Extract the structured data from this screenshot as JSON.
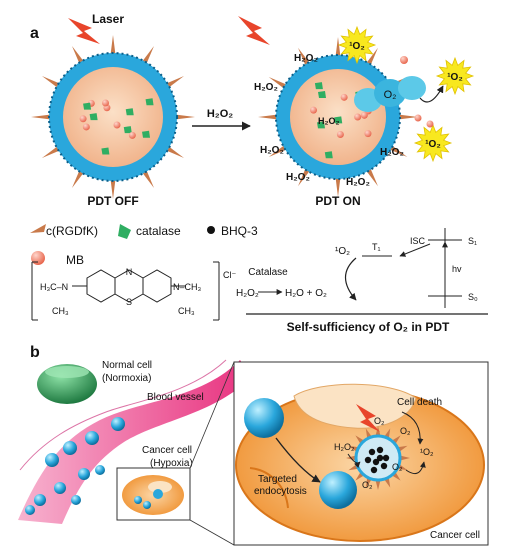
{
  "panel_a": {
    "label": "a",
    "laser": "Laser",
    "reagent": "H₂O₂",
    "left_caption": "PDT OFF",
    "right_caption": "PDT ON",
    "h2o2_labels": [
      "H₂O₂",
      "H₂O₂",
      "H₂O₂",
      "H₂O₂",
      "H₂O₂",
      "H₂O₂",
      "H₂O₂"
    ],
    "singlet": "¹O₂",
    "o2": "O₂",
    "legend": {
      "peptide": "c(RGDfK)",
      "catalase": "catalase",
      "bhq": "BHQ-3",
      "mb": "MB"
    },
    "mb_structure": {
      "n_left": "H₃C–N",
      "ch3_left": "CH₃",
      "ring_n": "N",
      "ring_s": "S",
      "n_right": "N–CH₃",
      "ch3_right": "CH₃",
      "counterion": "Cl⁻"
    },
    "scheme": {
      "enzyme": "Catalase",
      "reaction_left": "H₂O₂",
      "reaction_right": "H₂O + O₂",
      "isc": "ISC",
      "t1": "T₁",
      "s1": "S₁",
      "s0": "S₀",
      "hv": "hv",
      "singlet": "¹O₂",
      "title": "Self-sufficiency of O₂ in PDT"
    }
  },
  "panel_b": {
    "label": "b",
    "normal_cell": "Normal cell",
    "normoxia": "(Normoxia)",
    "blood_vessel": "Blood vessel",
    "cancer_cell": "Cancer cell",
    "hypoxia": "(Hypoxia)",
    "cell_death": "Cell death",
    "targeted": "Targeted",
    "endocytosis": "endocytosis",
    "h2o2": "H₂O₂",
    "o2": "O₂",
    "singlet": "¹O₂",
    "cancer_cell_corner": "Cancer cell"
  },
  "colors": {
    "shell_blue": "#2aa7dc",
    "core_peach": "#f7c8a6",
    "vessel_pink": "#e8307e",
    "cell_green": "#2e9a57",
    "cell_orange": "#f29a3a",
    "laser_red": "#e8452b",
    "sun_yellow": "#f8e81f"
  }
}
